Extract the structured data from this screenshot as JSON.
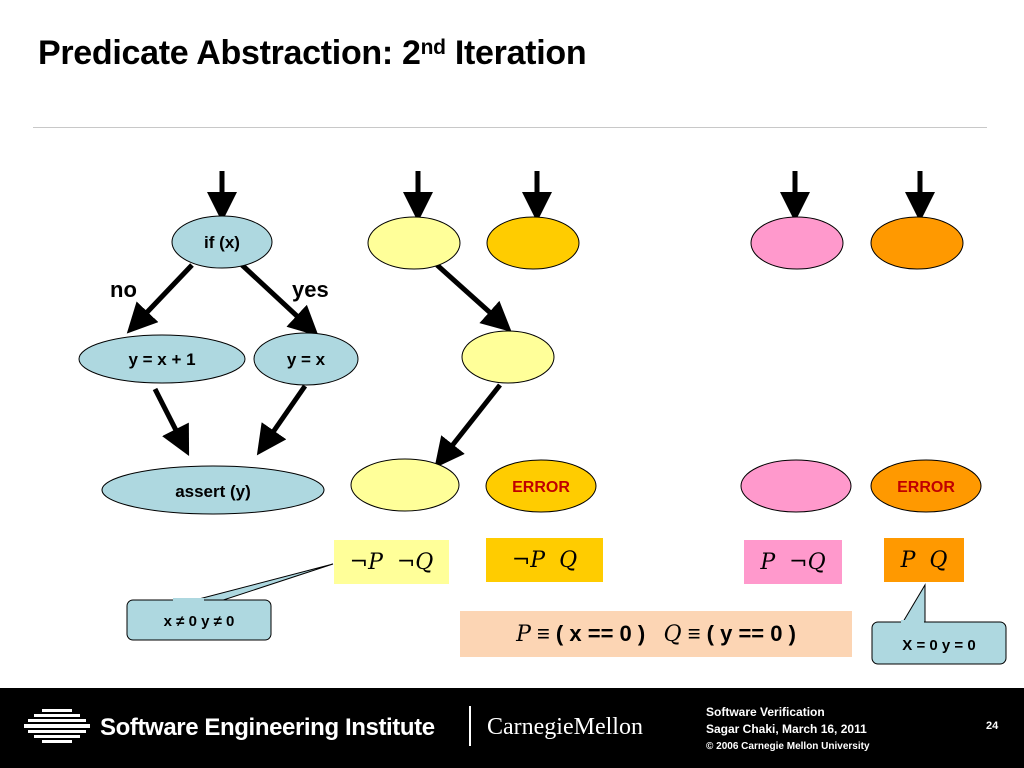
{
  "title": {
    "main": "Predicate Abstraction: 2",
    "sup": "nd",
    "suffix": " Iteration"
  },
  "cfg": {
    "if_node": "if (x)",
    "yplus_node": "y = x + 1",
    "yeqx_node": "y = x",
    "assert_node": "assert (y)",
    "label_no": "no",
    "label_yes": "yes"
  },
  "error_labels": {
    "left": "ERROR",
    "right": "ERROR"
  },
  "predicate_boxes": {
    "not_p_not_q": "¬P  ¬Q",
    "not_p_q": "¬P  Q",
    "p_not_q": "P  ¬Q",
    "p_q": "P  Q"
  },
  "definition": {
    "p": "P",
    "p_def": " ≡ ( x == 0 )   ",
    "q": "Q",
    "q_def": " ≡ ( y == 0 )"
  },
  "callouts": {
    "left": "x ≠ 0  y ≠ 0",
    "right": "X = 0  y = 0"
  },
  "footer": {
    "institute": "Software Engineering Institute",
    "university": "CarnegieMellon",
    "course": "Software Verification",
    "author_date": "Sagar Chaki, March 16, 2011",
    "copyright": "© 2006 Carnegie Mellon University",
    "page": "24"
  },
  "colors": {
    "cfg_node": "#aed8e0",
    "not_p_not_q": "#ffff99",
    "not_p_q": "#ffcc00",
    "p_not_q": "#ff99cc",
    "p_q": "#ff9900",
    "definition_bg": "#fcd5b4",
    "callout_bg": "#aed8e0"
  }
}
